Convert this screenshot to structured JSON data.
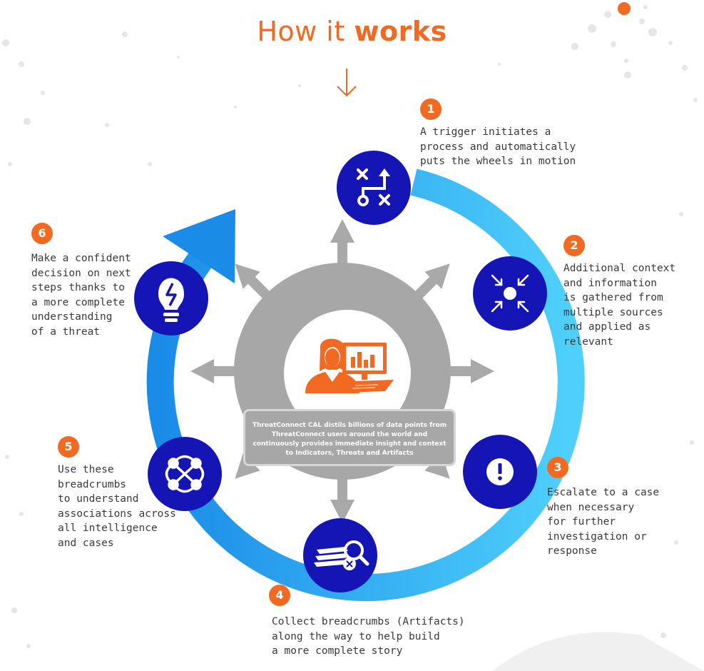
{
  "title": {
    "prefix": "How it ",
    "emphasis": "works"
  },
  "steps": [
    {
      "number": "1",
      "text": "A trigger initiates a\nprocess and automatically\nputs the wheels in motion",
      "icon": "workflow-icon"
    },
    {
      "number": "2",
      "text": "Additional context\nand information\nis gathered from\nmultiple sources\nand applied as\nrelevant",
      "icon": "converge-arrows-icon"
    },
    {
      "number": "3",
      "text": "Escalate to a case\nwhen necessary\nfor further\ninvestigation or\nresponse",
      "icon": "exclamation-icon"
    },
    {
      "number": "4",
      "text": "Collect breadcrumbs (Artifacts)\nalong the way to help build\na more complete story",
      "icon": "magnify-documents-icon"
    },
    {
      "number": "5",
      "text": "Use these\nbreadcrumbs\nto understand\nassociations across\nall intelligence\nand cases",
      "icon": "network-connections-icon"
    },
    {
      "number": "6",
      "text": "Make a confident\ndecision on next\nsteps thanks to\na more complete\nunderstanding\nof a threat",
      "icon": "lightbulb-icon"
    }
  ],
  "center": {
    "callout": "ThreatConnect CAL distils billions of data points from ThreatConnect users around the world and continuously provides immediate insight and context to Indicators, Threats and Artifacts",
    "icon": "analyst-at-computer-icon"
  },
  "colors": {
    "accent": "#f26a21",
    "ring_start": "#1a8ce8",
    "ring_end": "#4fd0fb",
    "node_fill": "#1515b5",
    "hub_gray": "#a7a7a7",
    "arrow_gray": "#a9a9a9"
  }
}
